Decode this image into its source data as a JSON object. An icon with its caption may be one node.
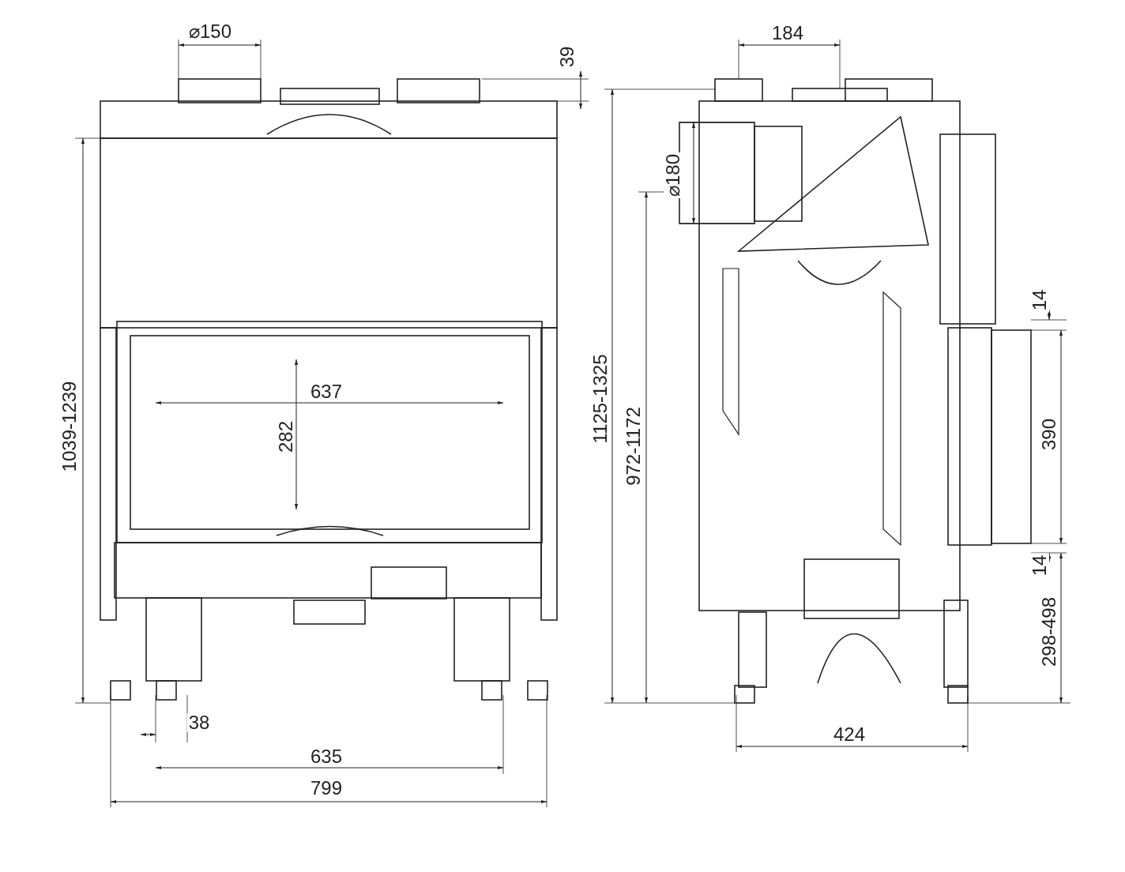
{
  "diagram": {
    "labels": [
      "⌀150",
      "39",
      "184",
      "⌀180",
      "1039-1239",
      "637",
      "282",
      "1125-1325",
      "972-1172",
      "14",
      "390",
      "14",
      "298-498",
      "38",
      "635",
      "799",
      "424"
    ]
  }
}
